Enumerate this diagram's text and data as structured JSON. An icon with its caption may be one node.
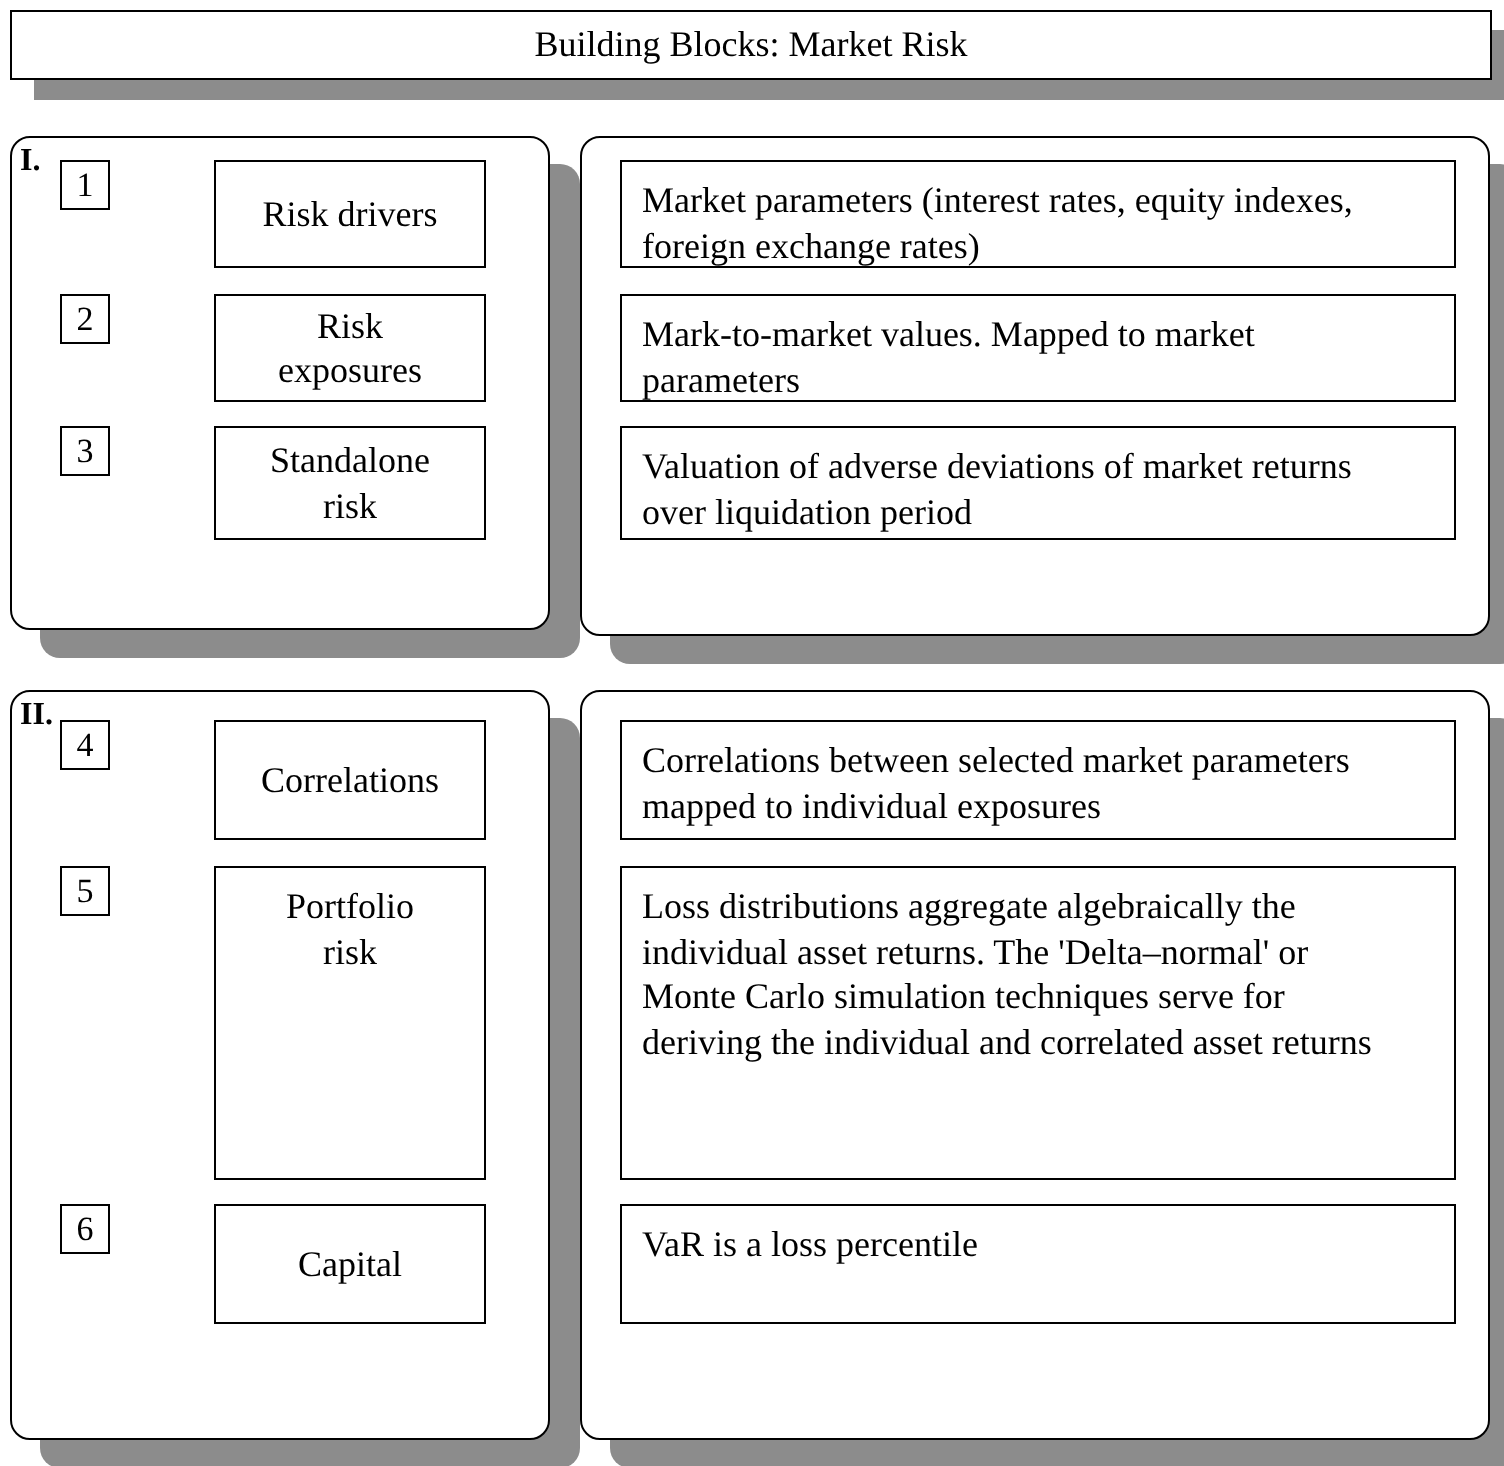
{
  "diagram": {
    "nodes": [
      {
        "text": [
          "Building Blocks: Market Risk"
        ]
      },
      {
        "text": [
          "I."
        ]
      },
      {
        "text": [
          "1"
        ],
        "in": 1
      },
      {
        "text": [
          "Risk drivers"
        ],
        "in": 1
      },
      {
        "text": [
          "2"
        ],
        "in": 1
      },
      {
        "text": [
          "Risk exposures"
        ],
        "in": 1
      },
      {
        "text": [
          "3"
        ],
        "in": 1
      },
      {
        "text": [
          "Standalone risk"
        ],
        "in": 1
      },
      {
        "text": [],
        "shape": "box"
      },
      {
        "text": [
          "Market parameters (interest rates, equity indexes, foreign exchange rates)"
        ],
        "in": 8
      },
      {
        "text": [
          "Mark-to-market values. Mapped to market parameters"
        ],
        "in": 8
      },
      {
        "text": [
          "Valuation of adverse deviations of market returns over liquidation period"
        ],
        "in": 8
      },
      {
        "text": [
          "II."
        ]
      },
      {
        "text": [
          "4"
        ],
        "in": 12
      },
      {
        "text": [
          "Correlations"
        ],
        "in": 12
      },
      {
        "text": [
          "5"
        ],
        "in": 12
      },
      {
        "text": [
          "Portfolio risk"
        ],
        "in": 12
      },
      {
        "text": [
          "6"
        ],
        "in": 12
      },
      {
        "text": [
          "Capital"
        ],
        "in": 12
      },
      {
        "text": [],
        "shape": "box"
      },
      {
        "text": [
          "Correlations between selected market parameters mapped to individual exposures"
        ],
        "in": 19
      },
      {
        "text": [
          "Loss distributions aggregate algebraically the individual asset returns. The 'Delta–normal' or Monte Carlo simulation techniques serve for deriving the individual and correlated asset returns"
        ],
        "in": 19
      },
      {
        "text": [
          "VaR is a loss percentile"
        ],
        "in": 19
      }
    ]
  }
}
